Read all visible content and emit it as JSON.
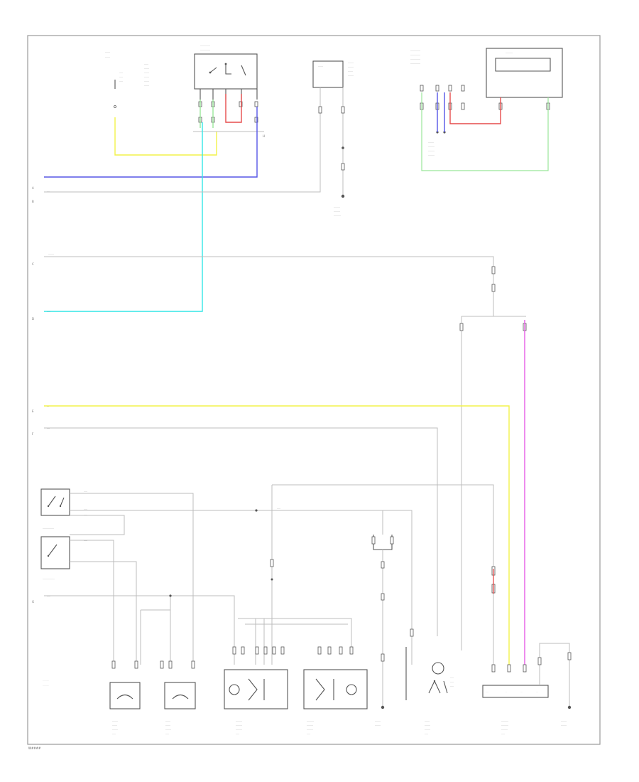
{
  "diagram": {
    "footer_code": "W####",
    "wire_colors": {
      "yellow": "#f2f24a",
      "blue": "#5555e6",
      "cyan": "#33e6e6",
      "red": "#e64c4c",
      "green": "#99e699",
      "magenta": "#e65ce6",
      "gray": "#bcbcbc"
    },
    "refs": [
      "A",
      "B",
      "C",
      "D",
      "E",
      "F",
      "G",
      "H"
    ]
  }
}
